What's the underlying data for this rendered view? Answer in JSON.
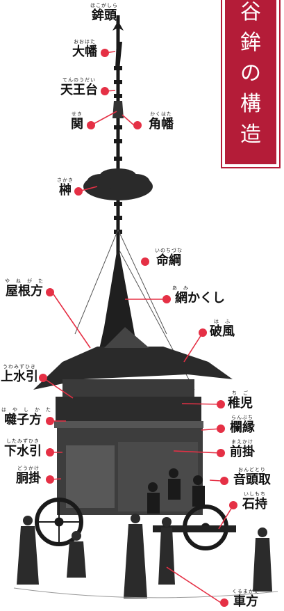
{
  "title": "谷鉾の構造",
  "colors": {
    "accent": "#e53045",
    "title_bg": "#b41c38",
    "ink": "#1a1a1a"
  },
  "labels": [
    {
      "id": "hokogashira",
      "ruby": "ほこがしら",
      "text": "鉾頭"
    },
    {
      "id": "oohata",
      "ruby": "おおはた",
      "text": "大幡"
    },
    {
      "id": "tennoudai",
      "ruby": "てんのうだい",
      "text": "天王台"
    },
    {
      "id": "seki",
      "ruby": "せき",
      "text": "関"
    },
    {
      "id": "kakuhata",
      "ruby": "かくはた",
      "text": "角幡"
    },
    {
      "id": "sakaki",
      "ruby": "さかき",
      "text": "榊"
    },
    {
      "id": "inochizuna",
      "ruby": "いのちづな",
      "text": "命綱"
    },
    {
      "id": "yanegata",
      "ruby": "や　ね　が　た",
      "text": "屋根方"
    },
    {
      "id": "amikakushi",
      "ruby": "あ　み",
      "text": "網かくし"
    },
    {
      "id": "hafu",
      "ruby": "は　ふ",
      "text": "破風"
    },
    {
      "id": "uwamizuhiki",
      "ruby": "うわみずひき",
      "text": "上水引"
    },
    {
      "id": "chigo",
      "ruby": "ち　ご",
      "text": "稚児"
    },
    {
      "id": "hayashikata",
      "ruby": "は　や　し　か　た",
      "text": "囃子方"
    },
    {
      "id": "ranbuchi",
      "ruby": "らんぶち",
      "text": "欄縁"
    },
    {
      "id": "shitamizuhiki",
      "ruby": "したみずひき",
      "text": "下水引"
    },
    {
      "id": "maekake",
      "ruby": "まえかけ",
      "text": "前掛"
    },
    {
      "id": "doukake",
      "ruby": "どうかけ",
      "text": "胴掛"
    },
    {
      "id": "ondotori",
      "ruby": "おんどとり",
      "text": "音頭取"
    },
    {
      "id": "ishimochi",
      "ruby": "いしもち",
      "text": "石持"
    },
    {
      "id": "kurumakata",
      "ruby": "くるまかた",
      "text": "車方"
    }
  ]
}
